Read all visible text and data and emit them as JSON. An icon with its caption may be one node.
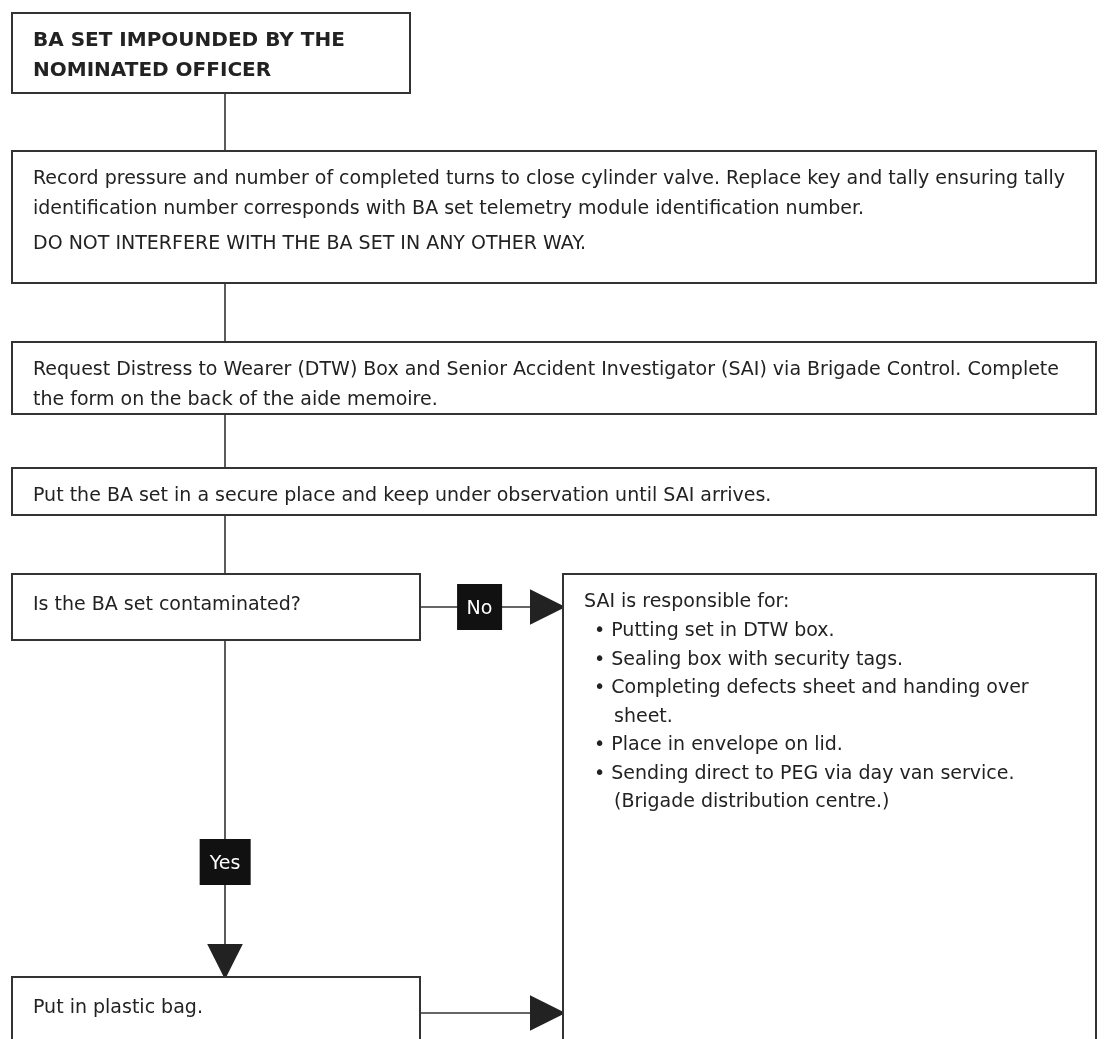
{
  "diagram": {
    "nodes": [
      {
        "text": [
          "BA SET IMPOUNDED BY THE NOMINATED OFFICER"
        ]
      },
      {
        "text": [
          "Record pressure and number of completed turns to close cylinder valve. Replace key and tally ensuring tally identification number corresponds with BA set telemetry module identification number.",
          "DO NOT INTERFERE WITH THE BA SET IN ANY OTHER WAY."
        ]
      },
      {
        "text": [
          "Request Distress to Wearer (DTW) Box and Senior Accident Investigator (SAI) via Brigade Control. Complete the form on the back of the aide memoire."
        ]
      },
      {
        "text": [
          "Put the BA set in a secure place and keep under observation until SAI arrives."
        ]
      },
      {
        "text": [
          "Is the BA set contaminated?"
        ]
      },
      {
        "text": [
          "SAI is responsible for:",
          "• Putting set in DTW box.",
          "• Sealing box with security tags.",
          "• Completing defects sheet and handing over sheet.",
          "• Place in envelope on lid.",
          "• Sending direct to PEG via day van service. (Brigade distribution centre.)"
        ]
      },
      {
        "text": [
          "Put in plastic bag."
        ]
      }
    ],
    "edges": [
      {
        "from": 0,
        "to": 1,
        "arrow": "none"
      },
      {
        "from": 1,
        "to": 2,
        "arrow": "none"
      },
      {
        "from": 2,
        "to": 3,
        "arrow": "none"
      },
      {
        "from": 3,
        "to": 4,
        "arrow": "none"
      },
      {
        "from": 4,
        "to": 5,
        "arrow": "to",
        "label": "No"
      },
      {
        "from": 4,
        "to": 6,
        "arrow": "to",
        "label": "Yes"
      },
      {
        "from": 6,
        "to": 5,
        "arrow": "to"
      }
    ]
  }
}
